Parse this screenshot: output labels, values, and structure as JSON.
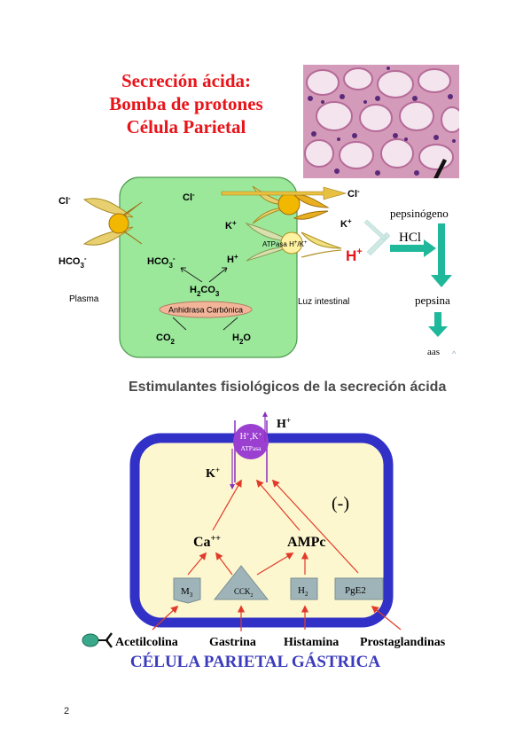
{
  "slide1": {
    "title": [
      "Secreción ácida:",
      "Bomba de protones",
      "Célula Parietal"
    ],
    "labels": {
      "cl_left": "Cl",
      "hco3_left": "HCO",
      "plasma": "Plasma",
      "cl_inner": "Cl",
      "k_inner": "K",
      "hco3_inner": "HCO",
      "h_inner": "H",
      "h2co3": "H",
      "enzyme": "Anhidrasa Carbónica",
      "co2": "CO",
      "h2o": "H",
      "atpase": "ATPasa H",
      "cl_right": "Cl",
      "k_right": "K",
      "h_right": "H",
      "luz": "Luz intestinal",
      "pepsinogeno": "pepsinógeno",
      "hcl": "HCl",
      "pepsina": "pepsina",
      "aas": "aas"
    }
  },
  "slide2": {
    "subtitle": "Estimulantes fisiológicos de la secreción ácida",
    "labels": {
      "h_plus": "H",
      "pump_top": "H",
      "pump_bottom": "ATPasa",
      "k_plus": "K",
      "minus": "(-)",
      "ca": "Ca",
      "ampc": "AMPc",
      "m3": "M",
      "cck2": "CCK",
      "h2": "H",
      "pge2": "PgE2",
      "acetilcolina": "Acetilcolina",
      "gastrina": "Gastrina",
      "histamina": "Histamina",
      "prostaglandinas": "Prostaglandinas",
      "caption": "CÉLULA PARIETAL GÁSTRICA"
    }
  },
  "page_number": "2",
  "colors": {
    "title_red": "#e8141a",
    "cell_green": "#9be89b",
    "teal_arrow": "#1fb89a",
    "membrane_blue": "#3131c8",
    "cytoplasm": "#fdf7cf",
    "pump_purple": "#9a3fd0",
    "receptor_grey": "#9fb4b8",
    "caption_blue": "#3b3bbd"
  }
}
